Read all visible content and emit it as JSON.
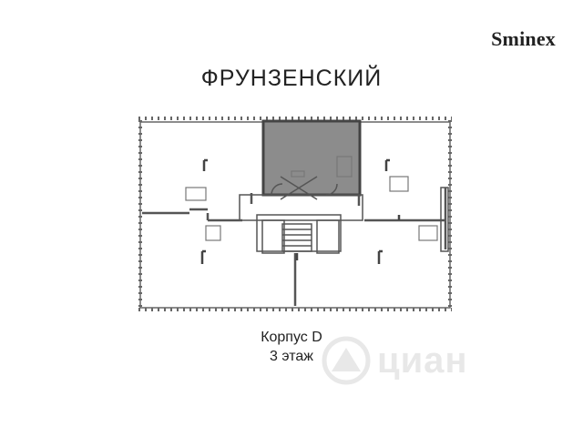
{
  "brand": {
    "name": "Sminex"
  },
  "plan": {
    "title": "ФРУНЗЕНСКИЙ",
    "building": "Корпус D",
    "floor": "3 этаж",
    "highlight_color": "#8c8c8c",
    "wall_color": "#444444"
  },
  "watermark": {
    "text": "циан",
    "icon": "cian-logo-icon"
  }
}
